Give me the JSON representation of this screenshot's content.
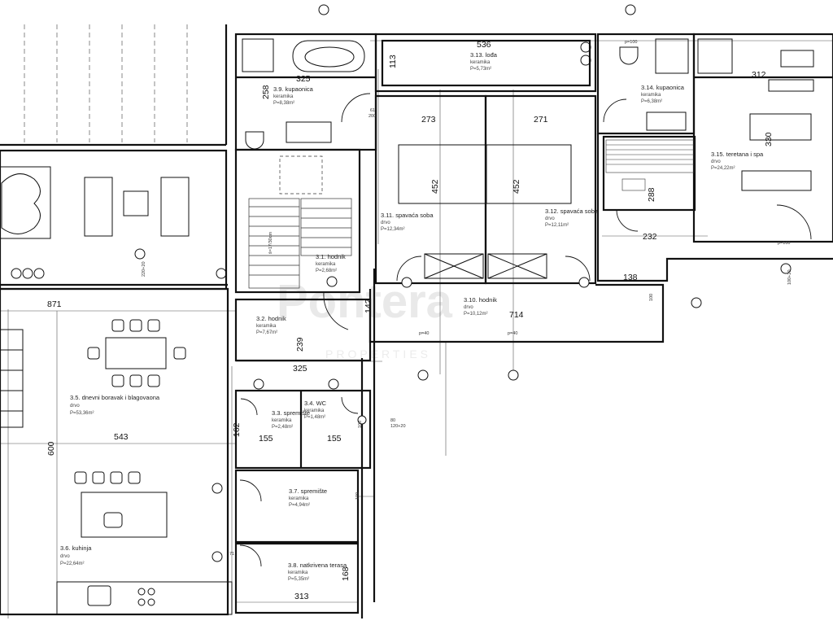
{
  "watermark": {
    "brand": "Pontera",
    "tagline": "PROPERTIES"
  },
  "rooms": [
    {
      "id": "3.1",
      "name": "3.1. hodnik",
      "material": "keramika",
      "area": "P=2,68m²"
    },
    {
      "id": "3.2",
      "name": "3.2. hodnik",
      "material": "keramika",
      "area": "P=7,67m²"
    },
    {
      "id": "3.3",
      "name": "3.3. spremište",
      "material": "keramika",
      "area": "P=2,48m²"
    },
    {
      "id": "3.4",
      "name": "3.4. WC",
      "material": "keramika",
      "area": "P=1,48m²"
    },
    {
      "id": "3.5",
      "name": "3.5. dnevni boravak i blagovaona",
      "material": "drvo",
      "area": "P=53,36m²"
    },
    {
      "id": "3.6",
      "name": "3.6. kuhinja",
      "material": "drvo",
      "area": "P=22,64m²"
    },
    {
      "id": "3.7",
      "name": "3.7. spremište",
      "material": "keramika",
      "area": "P=4,94m²"
    },
    {
      "id": "3.8",
      "name": "3.8. natkrivena terasa",
      "material": "keramika",
      "area": "P=5,35m²"
    },
    {
      "id": "3.9",
      "name": "3.9. kupaonica",
      "material": "keramika",
      "area": "P=8,38m²"
    },
    {
      "id": "3.10",
      "name": "3.10. hodnik",
      "material": "drvo",
      "area": "P=10,12m²"
    },
    {
      "id": "3.11",
      "name": "3.11. spavaća soba",
      "material": "drvo",
      "area": "P=12,34m²"
    },
    {
      "id": "3.12",
      "name": "3.12. spavaća soba",
      "material": "drvo",
      "area": "P=12,11m²"
    },
    {
      "id": "3.13",
      "name": "3.13. lođa",
      "material": "keramika",
      "area": "P=5,73m²"
    },
    {
      "id": "3.14",
      "name": "3.14. kupaonica",
      "material": "keramika",
      "area": "P=6,38m²"
    },
    {
      "id": "3.15",
      "name": "3.15. teretana i spa",
      "material": "drvo",
      "area": "P=24,22m²"
    }
  ],
  "dimensions": {
    "d871": "871",
    "d543": "543",
    "d600": "600",
    "d536": "536",
    "d113": "113",
    "d325a": "325",
    "d258": "258",
    "d273": "273",
    "d271": "271",
    "d452a": "452",
    "d452b": "452",
    "d312": "312",
    "d330": "330",
    "d288": "288",
    "d232": "232",
    "d138": "138",
    "d714": "714",
    "d142": "142",
    "d239": "239",
    "d325b": "325",
    "d162": "162",
    "d155a": "155",
    "d155b": "155",
    "d168": "168",
    "d313": "313",
    "d100a": "100",
    "d100b": "100",
    "d100c": "100"
  },
  "openings": {
    "door_200": "200",
    "door_61": "61",
    "door_71": "71",
    "win_p40a": "p=40",
    "win_p40b": "p=40",
    "win_p100a": "p=100",
    "win_p100b": "p=100",
    "win_80": "80",
    "win_120_20": "120+20",
    "win_220_20": "220+20",
    "win_100_20": "100+20"
  },
  "stair_note": "š=17/30cm"
}
